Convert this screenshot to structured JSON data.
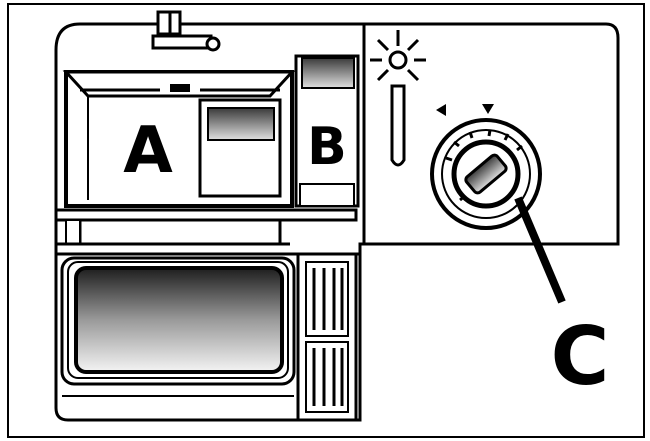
{
  "labels": {
    "a": "A",
    "b": "B",
    "c": "C"
  },
  "colors": {
    "ink": "#000000",
    "paper": "#ffffff",
    "shade_dark": "#2a2a2a",
    "shade_light": "#d8d8d8"
  }
}
